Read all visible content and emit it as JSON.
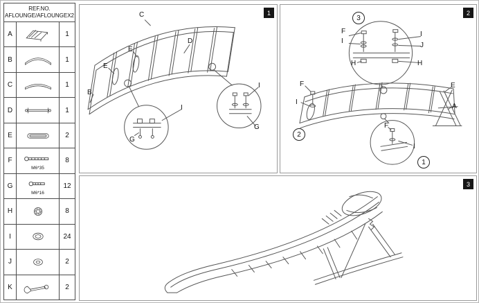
{
  "parts_table": {
    "header_line1": "REF.NO.",
    "header_line2": "AFLOUNGE/AFLOUNGEX2",
    "rows": [
      {
        "ref": "A",
        "qty": "1"
      },
      {
        "ref": "B",
        "qty": "1"
      },
      {
        "ref": "C",
        "qty": "1"
      },
      {
        "ref": "D",
        "qty": "1"
      },
      {
        "ref": "E",
        "qty": "2"
      },
      {
        "ref": "F",
        "qty": "8",
        "note": "M6*35"
      },
      {
        "ref": "G",
        "qty": "12",
        "note": "M6*16"
      },
      {
        "ref": "H",
        "qty": "8"
      },
      {
        "ref": "I",
        "qty": "24"
      },
      {
        "ref": "J",
        "qty": "2"
      },
      {
        "ref": "K",
        "qty": "2"
      }
    ]
  },
  "panels": [
    {
      "number": "1",
      "labels": [
        "C",
        "D",
        "E",
        "E",
        "B",
        "G",
        "I",
        "I",
        "G"
      ]
    },
    {
      "number": "2",
      "labels": [
        "F",
        "I",
        "I",
        "J",
        "H",
        "H",
        "F",
        "I",
        "E",
        "A",
        "F",
        "I"
      ],
      "step_circles": [
        "3",
        "2",
        "1"
      ]
    },
    {
      "number": "3"
    }
  ]
}
